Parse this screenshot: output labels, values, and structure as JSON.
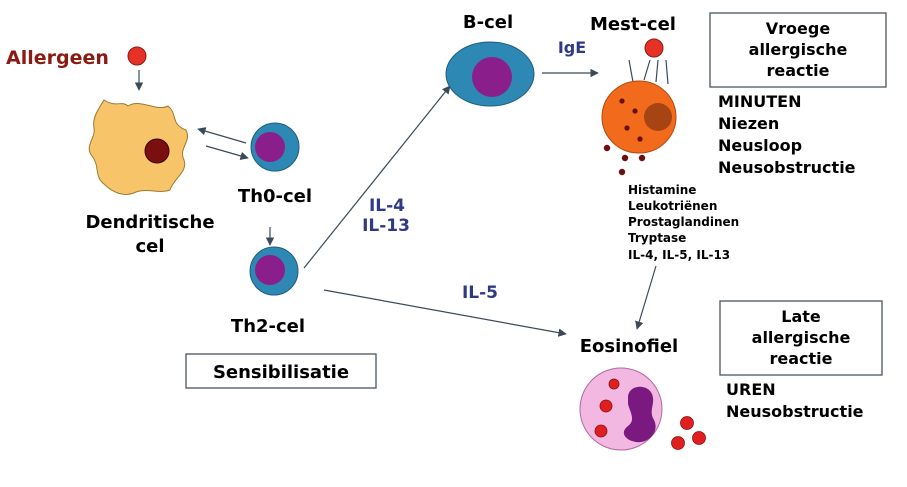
{
  "colors": {
    "allergen_red": "#e63226",
    "allergen_label": "#8b1a12",
    "dendritic_fill": "#f8c46a",
    "dendritic_nucleus": "#7a0f0f",
    "cell_blue": "#2e88b4",
    "nucleus_purple": "#8a1f8c",
    "mast_orange": "#f26a1c",
    "granule_dark": "#6a1010",
    "eosinophil_pink": "#f2b8e2",
    "eosinophil_nucleus": "#7a1a80",
    "cytokine_label": "#2e3a86",
    "arrow": "#3a4a5a",
    "box_border": "#4a5560"
  },
  "labels": {
    "allergen": "Allergeen",
    "dendritic_line1": "Dendritische",
    "dendritic_line2": "cel",
    "th0": "Th0-cel",
    "th2": "Th2-cel",
    "bcel": "B-cel",
    "mast": "Mest-cel",
    "eosinophil": "Eosinofiel",
    "ige": "IgE",
    "il4": "IL-4",
    "il13": "IL-13",
    "il5": "IL-5"
  },
  "boxes": {
    "sensitization": "Sensibilisatie",
    "early": [
      "Vroege",
      "allergische",
      "reactie"
    ],
    "late": [
      "Late",
      "allergische",
      "reactie"
    ]
  },
  "early_reaction": {
    "time": "MINUTEN",
    "symptoms": [
      "Niezen",
      "Neusloop",
      "Neusobstructie"
    ]
  },
  "late_reaction": {
    "time": "UREN",
    "symptoms": [
      "Neusobstructie"
    ]
  },
  "mediators": [
    "Histamine",
    "Leukotriënen",
    "Prostaglandinen",
    "Tryptase",
    "IL-4, IL-5, IL-13"
  ]
}
